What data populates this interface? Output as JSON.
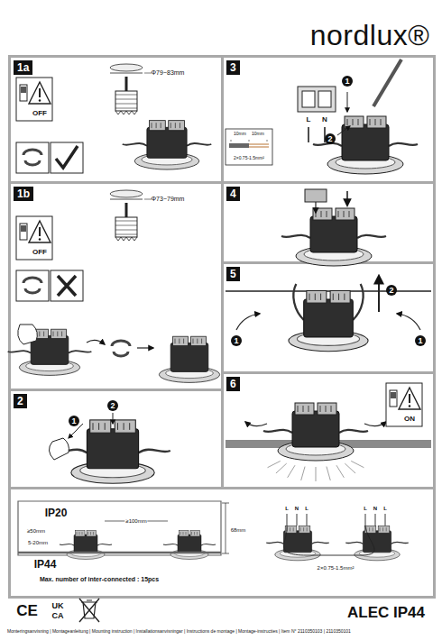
{
  "diagram": {
    "title": "ALEC IP44",
    "caption": "Monteringsanvisning | Montageanleitung | Mounting instruction | Installationsanvisningar | Instructions de montage | Montage-instructies | Item N° 2110350103 | 2110350101",
    "nodes": [
      {
        "text": [
          "1a"
        ]
      },
      {
        "text": [
          "1b"
        ]
      },
      {
        "text": [
          "2"
        ]
      },
      {
        "text": [
          "3"
        ]
      },
      {
        "text": [
          "4"
        ]
      },
      {
        "text": [
          "5"
        ]
      },
      {
        "text": [
          "6"
        ]
      }
    ],
    "labels": [
      "nordlux®",
      "Φ79~83mm",
      "OFF",
      "Φ73~79mm",
      "OFF",
      "2",
      "1",
      "1",
      "2",
      "L",
      "N",
      "10mm",
      "10mm",
      "2×0.75-1.5mm²",
      "1",
      "2",
      "1",
      "ON",
      "IP20",
      "≥50mm",
      "5-20mm",
      "≥100mm",
      "68mm",
      "IP44",
      "Max. number of inter-connected : 15pcs",
      "L",
      "N",
      "L",
      "L",
      "N",
      "L",
      "2×0.75-1.5mm²",
      "CE",
      "UK",
      "CA"
    ]
  }
}
